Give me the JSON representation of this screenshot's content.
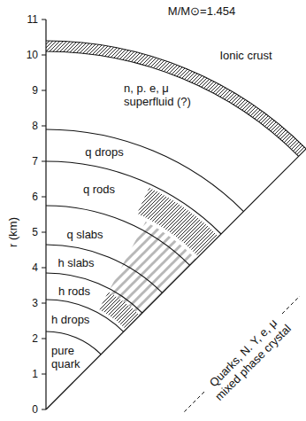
{
  "diagram": {
    "labels": [
      "M/M⊙=1.454",
      "Ionic crust",
      "n, p. e, μ superfluid (?)",
      "q drops",
      "q rods",
      "q slabs",
      "h slabs",
      "h rods",
      "h drops",
      "pure quark",
      "Quarks, N. Y, e, μ",
      "mixed phase crystal",
      "r (km)",
      "11",
      "10",
      "9",
      "8",
      "7",
      "6",
      "5",
      "4",
      "3",
      "2",
      "1",
      "0"
    ]
  }
}
